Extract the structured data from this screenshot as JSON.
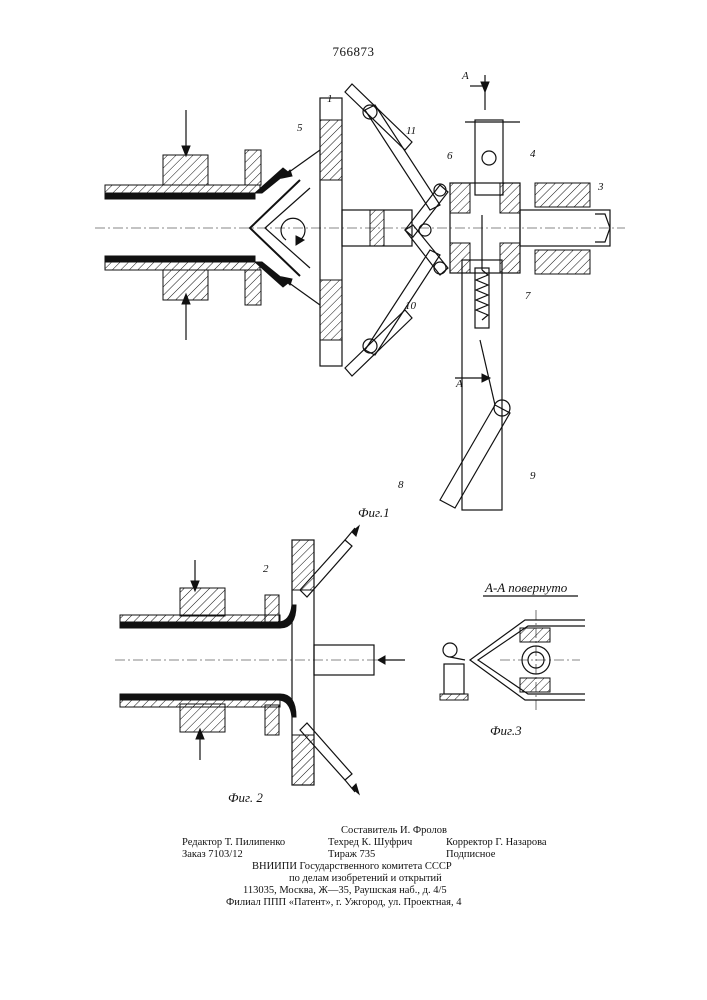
{
  "patent_number": "766873",
  "fig1": {
    "caption": "Фиг.1",
    "section_label": "A",
    "parts": [
      "1",
      "5",
      "11",
      "6",
      "4",
      "3",
      "10",
      "7",
      "8",
      "9"
    ]
  },
  "fig2": {
    "caption": "Фиг. 2",
    "parts": [
      "2"
    ]
  },
  "fig3": {
    "caption": "Фиг.3",
    "title": "A-A повернуто"
  },
  "imprint": {
    "compiler": "Составитель И. Фролов",
    "editor": "Редактор Т. Пилипенко",
    "techred": "Техред К. Шуфрич",
    "corrector": "Корректор Г. Назарова",
    "order": "Заказ 7103/12",
    "print_run": "Тираж 735",
    "subscription": "Подписное",
    "institute": "ВНИИПИ Государственного комитета СССР",
    "affairs": "по делам изобретений и открытий",
    "address": "113035, Москва, Ж—35, Раушская наб., д. 4/5",
    "branch": "Филиал ППП «Патент», г. Ужгород, ул. Проектная, 4"
  }
}
